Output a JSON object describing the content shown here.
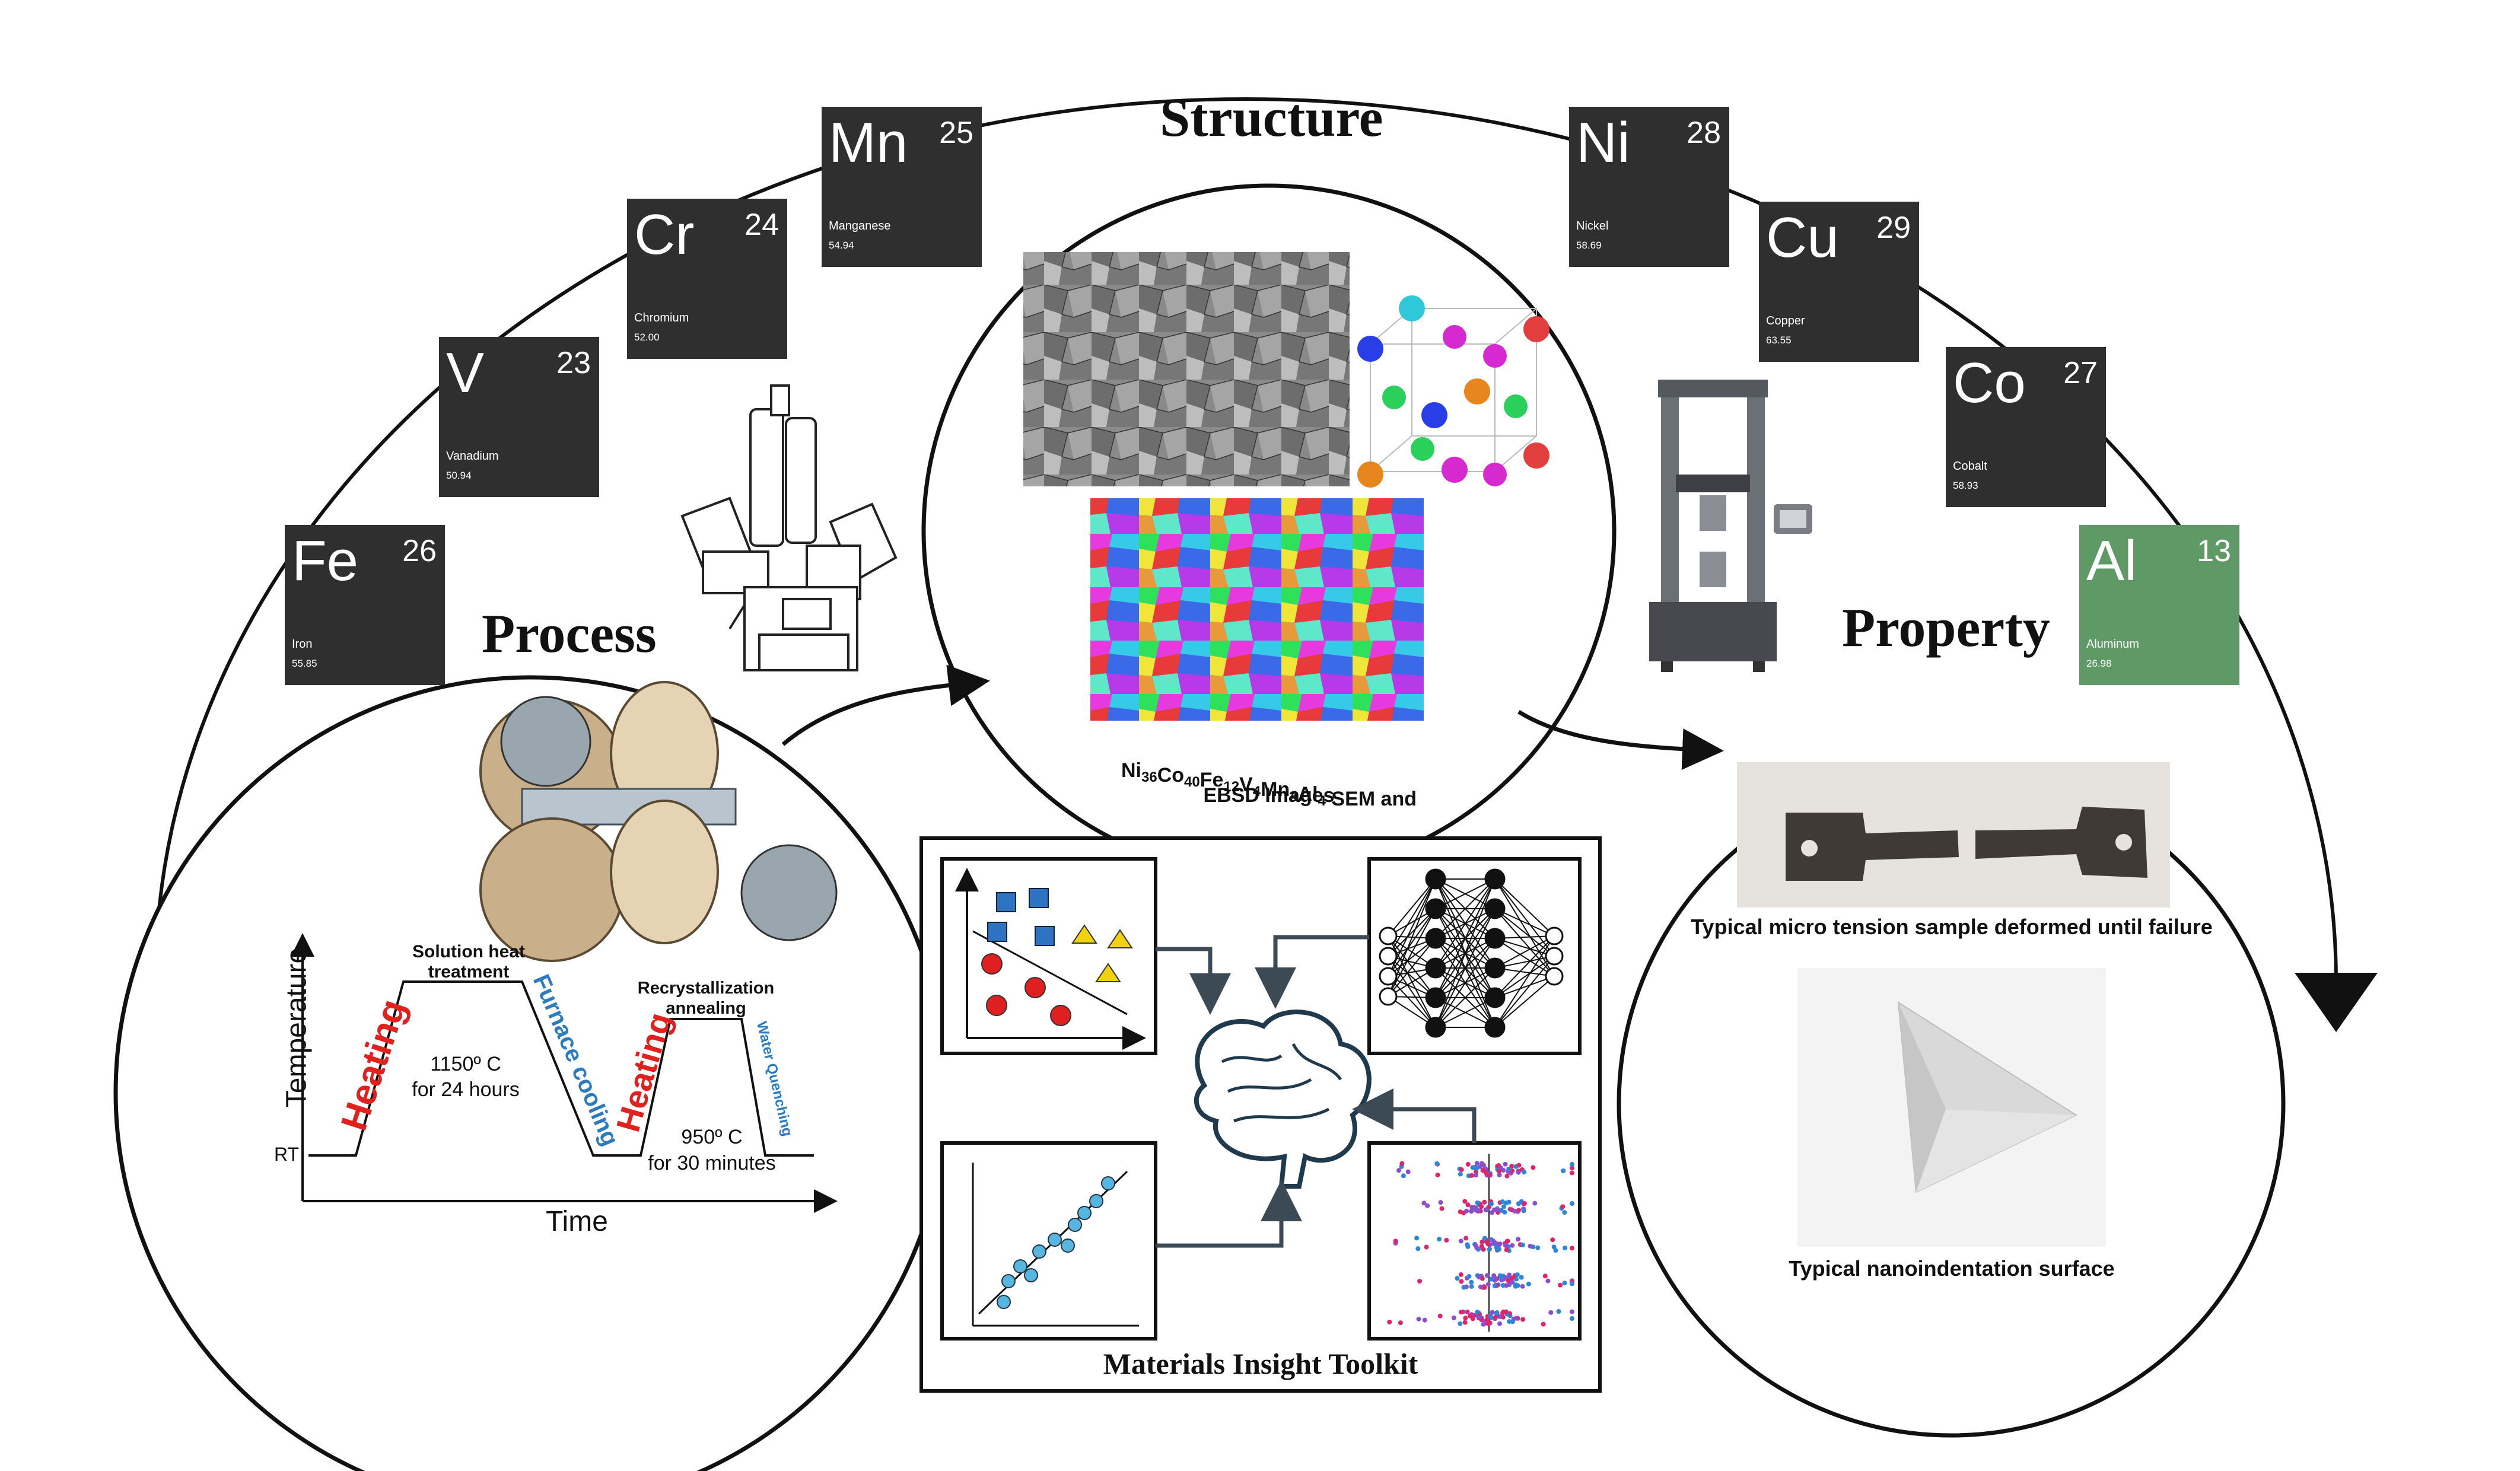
{
  "headings": {
    "structure": "Structure",
    "process": "Process",
    "property": "Property"
  },
  "elements": [
    {
      "symbol": "Fe",
      "number": "26",
      "name": "Iron",
      "weight": "55.85"
    },
    {
      "symbol": "V",
      "number": "23",
      "name": "Vanadium",
      "weight": "50.94"
    },
    {
      "symbol": "Cr",
      "number": "24",
      "name": "Chromium",
      "weight": "52.00"
    },
    {
      "symbol": "Mn",
      "number": "25",
      "name": "Manganese",
      "weight": "54.94"
    },
    {
      "symbol": "Ni",
      "number": "28",
      "name": "Nickel",
      "weight": "58.69"
    },
    {
      "symbol": "Cu",
      "number": "29",
      "name": "Copper",
      "weight": "63.55"
    },
    {
      "symbol": "Co",
      "number": "27",
      "name": "Cobalt",
      "weight": "58.93"
    },
    {
      "symbol": "Al",
      "number": "13",
      "name": "Aluminum",
      "weight": "26.98"
    }
  ],
  "structure": {
    "caption_line2": "EBSD Images",
    "caption_suffix": " SEM and",
    "formula": [
      {
        "el": "Ni",
        "sub": "36"
      },
      {
        "el": "Co",
        "sub": "40"
      },
      {
        "el": "Fe",
        "sub": "12"
      },
      {
        "el": "V",
        "sub": "4"
      },
      {
        "el": "Mn",
        "sub": "4"
      },
      {
        "el": "Al",
        "sub": "4"
      }
    ]
  },
  "process": {
    "y_axis": "Temperature",
    "x_axis": "Time",
    "rt_label": "RT",
    "heating_label": "Heating",
    "solution_title_1": "Solution heat",
    "solution_title_2": "treatment",
    "solution_temp": "1150º C",
    "solution_time": "for 24 hours",
    "furnace_cooling": "Furnace cooling",
    "recryst_title_1": "Recrystallization",
    "recryst_title_2": "annealing",
    "recryst_temp": "950º C",
    "recryst_time": "for 30 minutes",
    "water_quenching": "Water Quenching"
  },
  "property": {
    "tension_caption": "Typical micro tension sample deformed until failure",
    "nano_caption": "Typical nanoindentation surface"
  },
  "toolkit": {
    "title": "Materials Insight Toolkit"
  },
  "colors": {
    "heating": "#e0211d",
    "cooling": "#2a7bbf",
    "al_tile": "#5e9966",
    "element_tile": "#2f2f2f"
  }
}
